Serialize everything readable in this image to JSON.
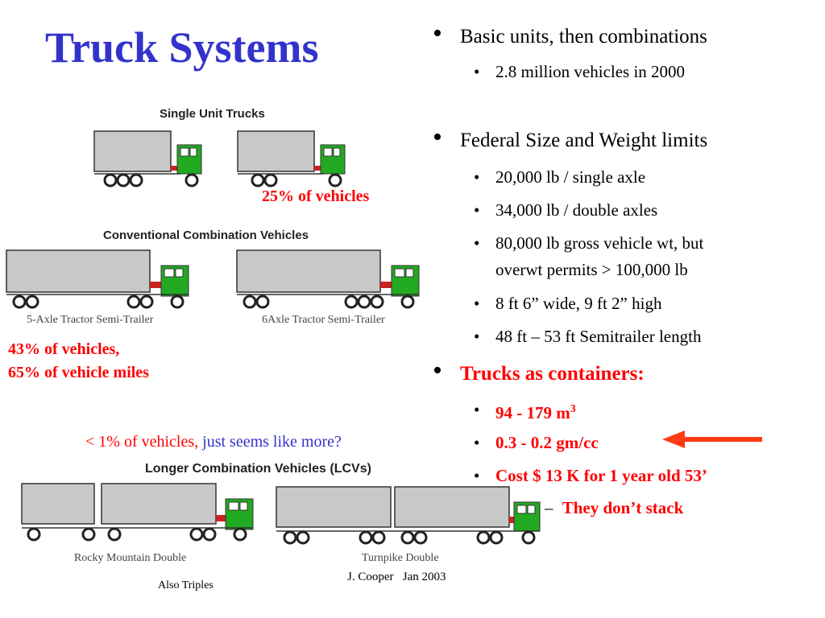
{
  "title": "Truck Systems",
  "figures": {
    "single_unit_title": "Single Unit Trucks",
    "conventional_title": "Conventional Combination Vehicles",
    "lcv_title": "Longer Combination Vehicles (LCVs)",
    "cap_5axle": "5-Axle Tractor Semi-Trailer",
    "cap_6axle": "6Axle Tractor Semi-Trailer",
    "cap_rocky": "Rocky Mountain Double",
    "cap_turnpike": "Turnpike Double"
  },
  "stats": {
    "single_unit_share": "25% of vehicles",
    "conventional_share_line1": "43% of vehicles,",
    "conventional_share_line2": "65% of vehicle miles",
    "lcv_share_part1": "< 1% of vehicles,",
    "lcv_share_part2": "just seems like more?"
  },
  "bullets": {
    "b1": {
      "text": "Basic units, then combinations",
      "sub": [
        "2.8 million vehicles in 2000"
      ]
    },
    "b2": {
      "text": "Federal Size and Weight limits",
      "sub": [
        "20,000 lb / single axle",
        "34,000 lb / double axles",
        "80,000 lb gross vehicle wt, but",
        "overwt permits > 100,000 lb",
        "8 ft 6” wide, 9 ft 2” high",
        "48 ft – 53 ft Semitrailer length"
      ]
    },
    "b3": {
      "text": "Trucks as containers:",
      "sub_volume_prefix": "94 - 179 m",
      "sub_volume_exp": "3",
      "sub_density": "0.3 - 0.2 gm/cc",
      "sub_cost": "Cost $ 13 K for 1 year old 53’",
      "subsub": "They don’t stack"
    }
  },
  "footer": {
    "author": "J. Cooper   Jan 2003",
    "also_triples": "Also Triples"
  },
  "glyphs": {
    "bullet": "•",
    "dash": "–"
  },
  "colors": {
    "title_blue": "#3333cc",
    "accent_red": "#ff0000",
    "cab_green": "#22aa22",
    "trailer_gray": "#c8c8c8"
  }
}
